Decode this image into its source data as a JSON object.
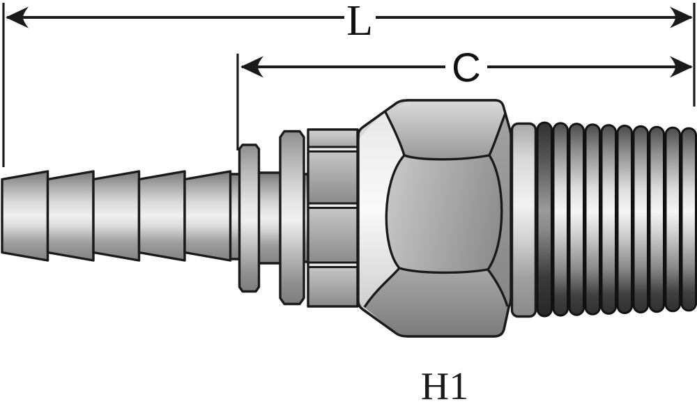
{
  "labels": {
    "length_dim": "L",
    "cutoff_dim": "C",
    "hex_label": "H1"
  },
  "part": {
    "barb_count": 5,
    "thread_count": 10
  },
  "colors": {
    "outline": "#1a1a1a",
    "background": "#ffffff",
    "metal_highlight": "#f0f0f0",
    "metal_mid": "#b5b5b5",
    "metal_shadow": "#787878",
    "thread_dark": "#262626"
  }
}
